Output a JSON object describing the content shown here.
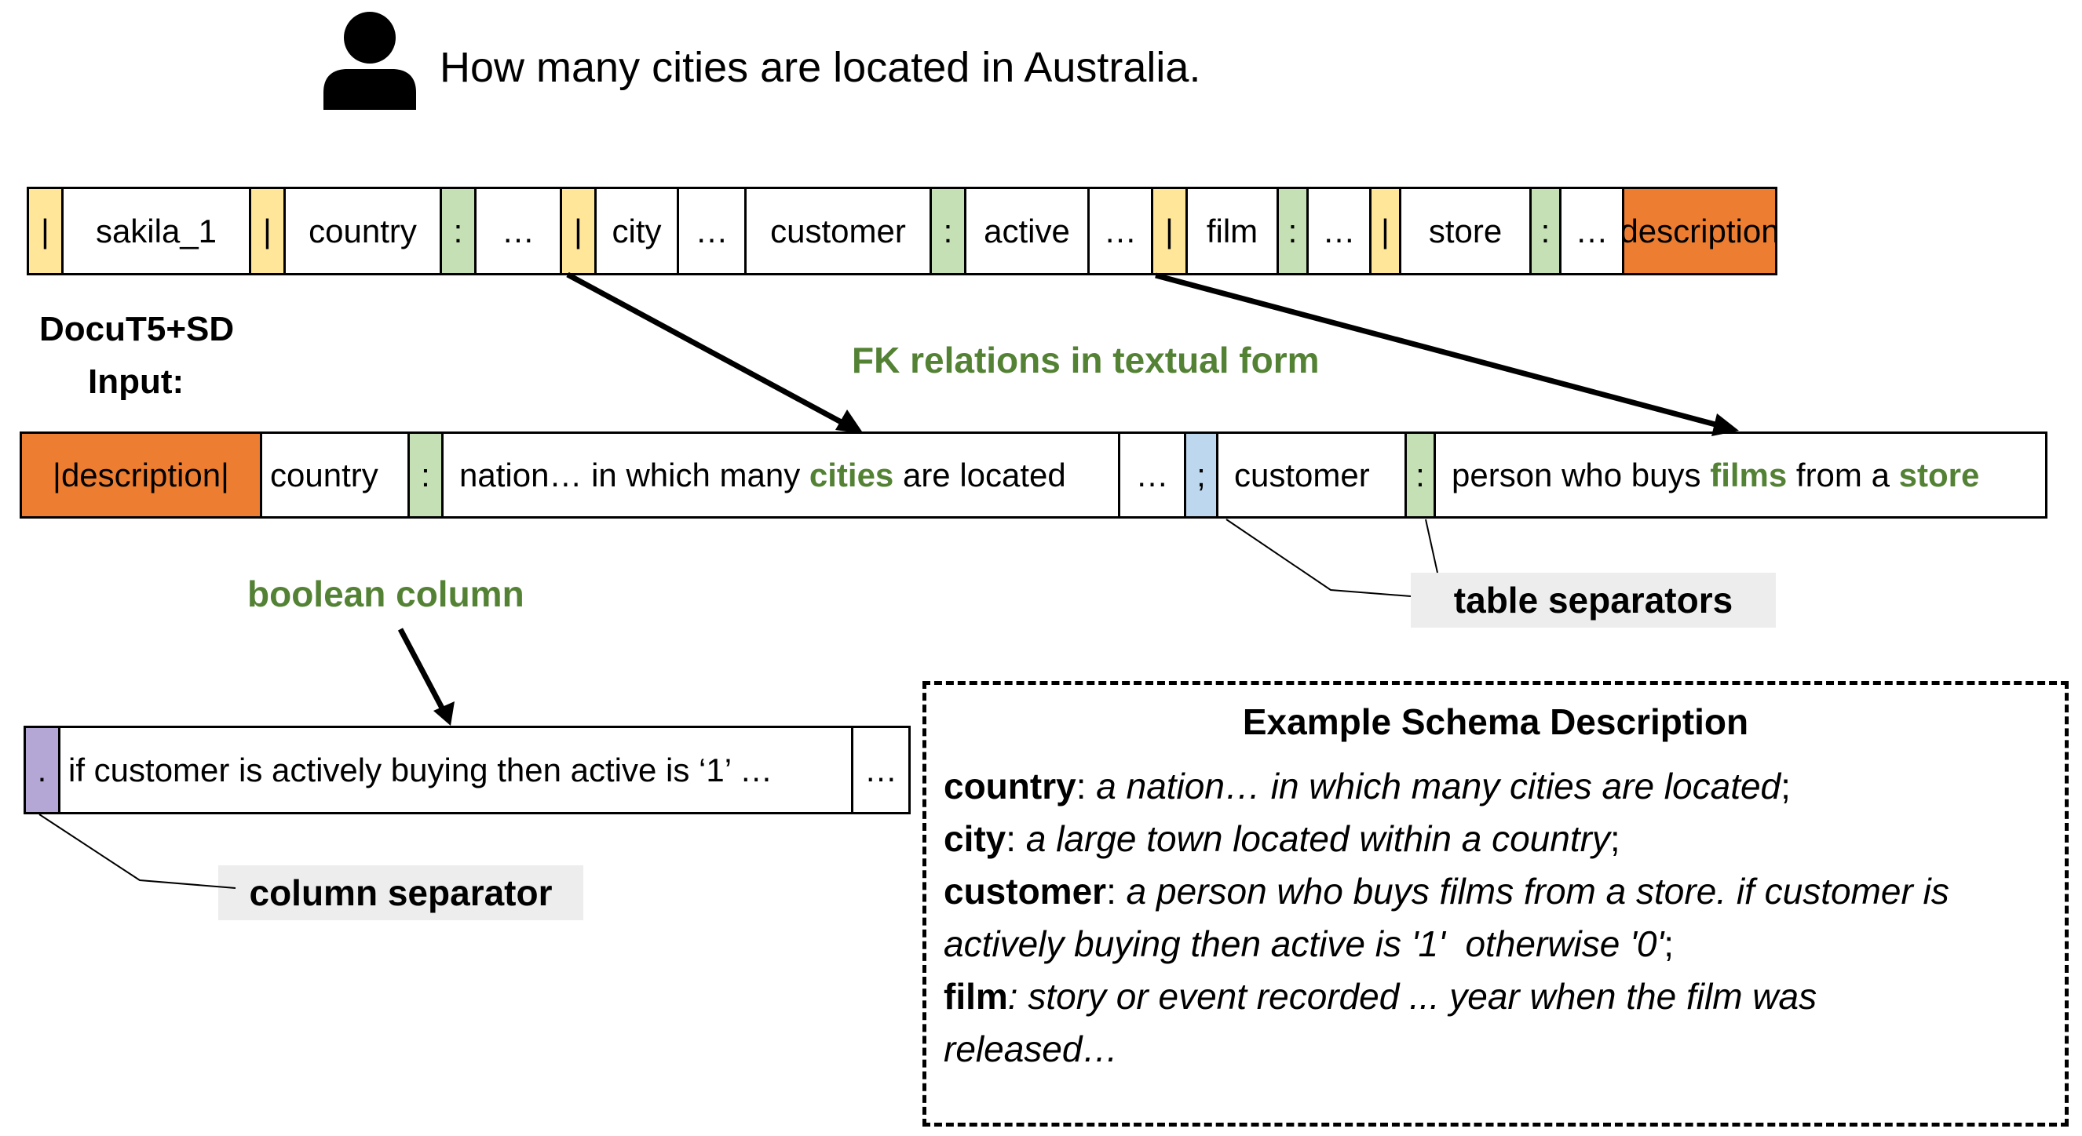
{
  "question": "How many cities are located in Australia.",
  "input_label_line1": "DocuT5+SD",
  "input_label_line2": "Input:",
  "top_strip": [
    {
      "text": "|",
      "color": "yellow"
    },
    {
      "text": "sakila_1",
      "color": "white"
    },
    {
      "text": "|",
      "color": "yellow"
    },
    {
      "text": "country",
      "color": "white"
    },
    {
      "text": ":",
      "color": "green"
    },
    {
      "text": "…",
      "color": "white"
    },
    {
      "text": "|",
      "color": "yellow"
    },
    {
      "text": "city",
      "color": "white"
    },
    {
      "text": "…",
      "color": "white"
    },
    {
      "text": "customer",
      "color": "white"
    },
    {
      "text": ":",
      "color": "green"
    },
    {
      "text": "active",
      "color": "white"
    },
    {
      "text": "…",
      "color": "white"
    },
    {
      "text": "|",
      "color": "yellow"
    },
    {
      "text": "film",
      "color": "white"
    },
    {
      "text": ":",
      "color": "green"
    },
    {
      "text": "…",
      "color": "white"
    },
    {
      "text": "|",
      "color": "yellow"
    },
    {
      "text": "store",
      "color": "white"
    },
    {
      "text": ":",
      "color": "green"
    },
    {
      "text": "…",
      "color": "white"
    },
    {
      "text": "|description|",
      "color": "orange"
    }
  ],
  "fk_label": "FK relations in textual form",
  "mid_strip": {
    "description": "|description|",
    "country": "country",
    "colon1": ":",
    "nation_pre": "nation… in which many ",
    "nation_hl": "cities",
    "nation_post": " are located",
    "ellipsis": "…",
    "semicolon": ";",
    "customer": "customer",
    "colon2": ":",
    "person_pre": "person who buys ",
    "person_hl1": "films",
    "person_mid": " from a ",
    "person_hl2": "store"
  },
  "table_separators_label": "table separators",
  "boolean_label": "boolean column",
  "bottom_strip": {
    "dot": ".",
    "text": "if customer is actively buying then active is ‘1’ …",
    "ellipsis": "…"
  },
  "column_separator_label": "column separator",
  "example": {
    "title": "Example Schema Description",
    "l1_b": "country",
    "l1_sep": ": ",
    "l1_i": "a nation… in which many cities are located",
    "l1_end": ";",
    "l2_b": "city",
    "l2_sep": ": ",
    "l2_i": "a large town located within a country",
    "l2_end": ";",
    "l3_b": "customer",
    "l3_sep": ": ",
    "l3_i": "a person who buys films from a store. if customer is",
    "l4_i": "actively buying then active is '1'  otherwise '0'",
    "l4_end": ";",
    "l5_b": "film",
    "l5_i": ": story or event recorded ... year when the film was",
    "l6_i": "released…"
  },
  "colors": {
    "yellow": "#FFE699",
    "green": "#C5E0B4",
    "blue": "#BDD7EE",
    "purple": "#B4A7D6",
    "orange": "#ED7D31",
    "highlight_text": "#548235"
  }
}
